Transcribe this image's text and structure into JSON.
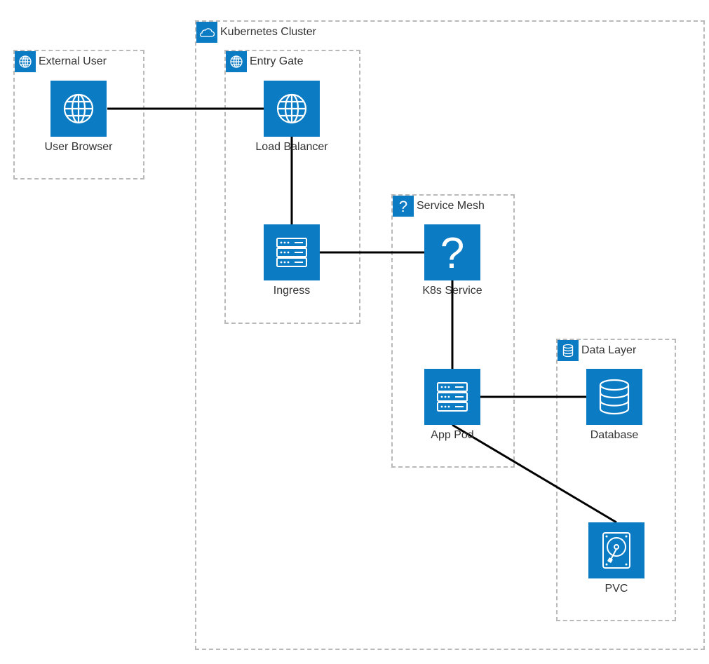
{
  "groups": {
    "cluster": {
      "title": "Kubernetes Cluster",
      "icon": "cloud-icon"
    },
    "external_user": {
      "title": "External User",
      "icon": "globe-icon"
    },
    "entry_gate": {
      "title": "Entry Gate",
      "icon": "globe-icon"
    },
    "service_mesh": {
      "title": "Service Mesh",
      "icon": "question-icon"
    },
    "data_layer": {
      "title": "Data Layer",
      "icon": "database-icon"
    }
  },
  "nodes": {
    "user_browser": {
      "label": "User Browser",
      "icon": "globe-icon"
    },
    "load_balancer": {
      "label": "Load Balancer",
      "icon": "globe-icon"
    },
    "ingress": {
      "label": "Ingress",
      "icon": "server-icon"
    },
    "k8s_service": {
      "label": "K8s Service",
      "icon": "question-icon"
    },
    "app_pod": {
      "label": "App Pod",
      "icon": "server-icon"
    },
    "database": {
      "label": "Database",
      "icon": "database-icon"
    },
    "pvc": {
      "label": "PVC",
      "icon": "hard-drive-icon"
    }
  },
  "edges": [
    {
      "from": "user_browser",
      "to": "load_balancer"
    },
    {
      "from": "load_balancer",
      "to": "ingress"
    },
    {
      "from": "ingress",
      "to": "k8s_service"
    },
    {
      "from": "k8s_service",
      "to": "app_pod"
    },
    {
      "from": "app_pod",
      "to": "database"
    },
    {
      "from": "app_pod",
      "to": "pvc"
    }
  ],
  "colors": {
    "accent": "#0b7bc4",
    "group_border": "#b9b9b9",
    "edge": "#000000",
    "text": "#333333"
  }
}
